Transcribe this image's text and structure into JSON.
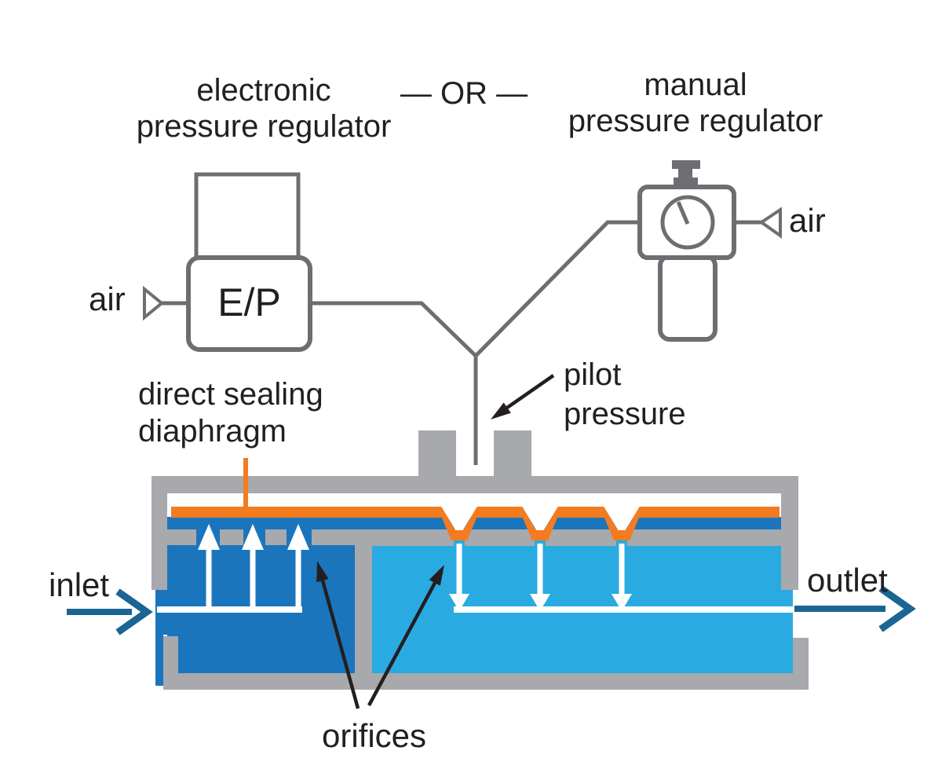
{
  "diagram": {
    "top_labels": {
      "electronic": {
        "line1": "electronic",
        "line2": "pressure regulator"
      },
      "or_separator": "— OR —",
      "manual": {
        "line1": "manual",
        "line2": "pressure regulator"
      }
    },
    "symbols": {
      "ep_label": "E/P",
      "air_left": "air",
      "air_right": "air"
    },
    "annotations": {
      "direct_sealing": {
        "line1": "direct sealing",
        "line2": "diaphragm"
      },
      "pilot_pressure": {
        "line1": "pilot",
        "line2": "pressure"
      },
      "inlet": "inlet",
      "outlet": "outlet",
      "orifices": "orifices"
    },
    "colors": {
      "background": "#ffffff",
      "housing_gray": "#a7a9ac",
      "line_gray": "#6d6e71",
      "dark_blue": "#1b75bc",
      "light_blue": "#29abe2",
      "diaphragm_orange": "#f47b20",
      "flow_arrow_white": "#ffffff",
      "port_arrow_blue": "#1a6591",
      "text_black": "#231f20"
    }
  }
}
